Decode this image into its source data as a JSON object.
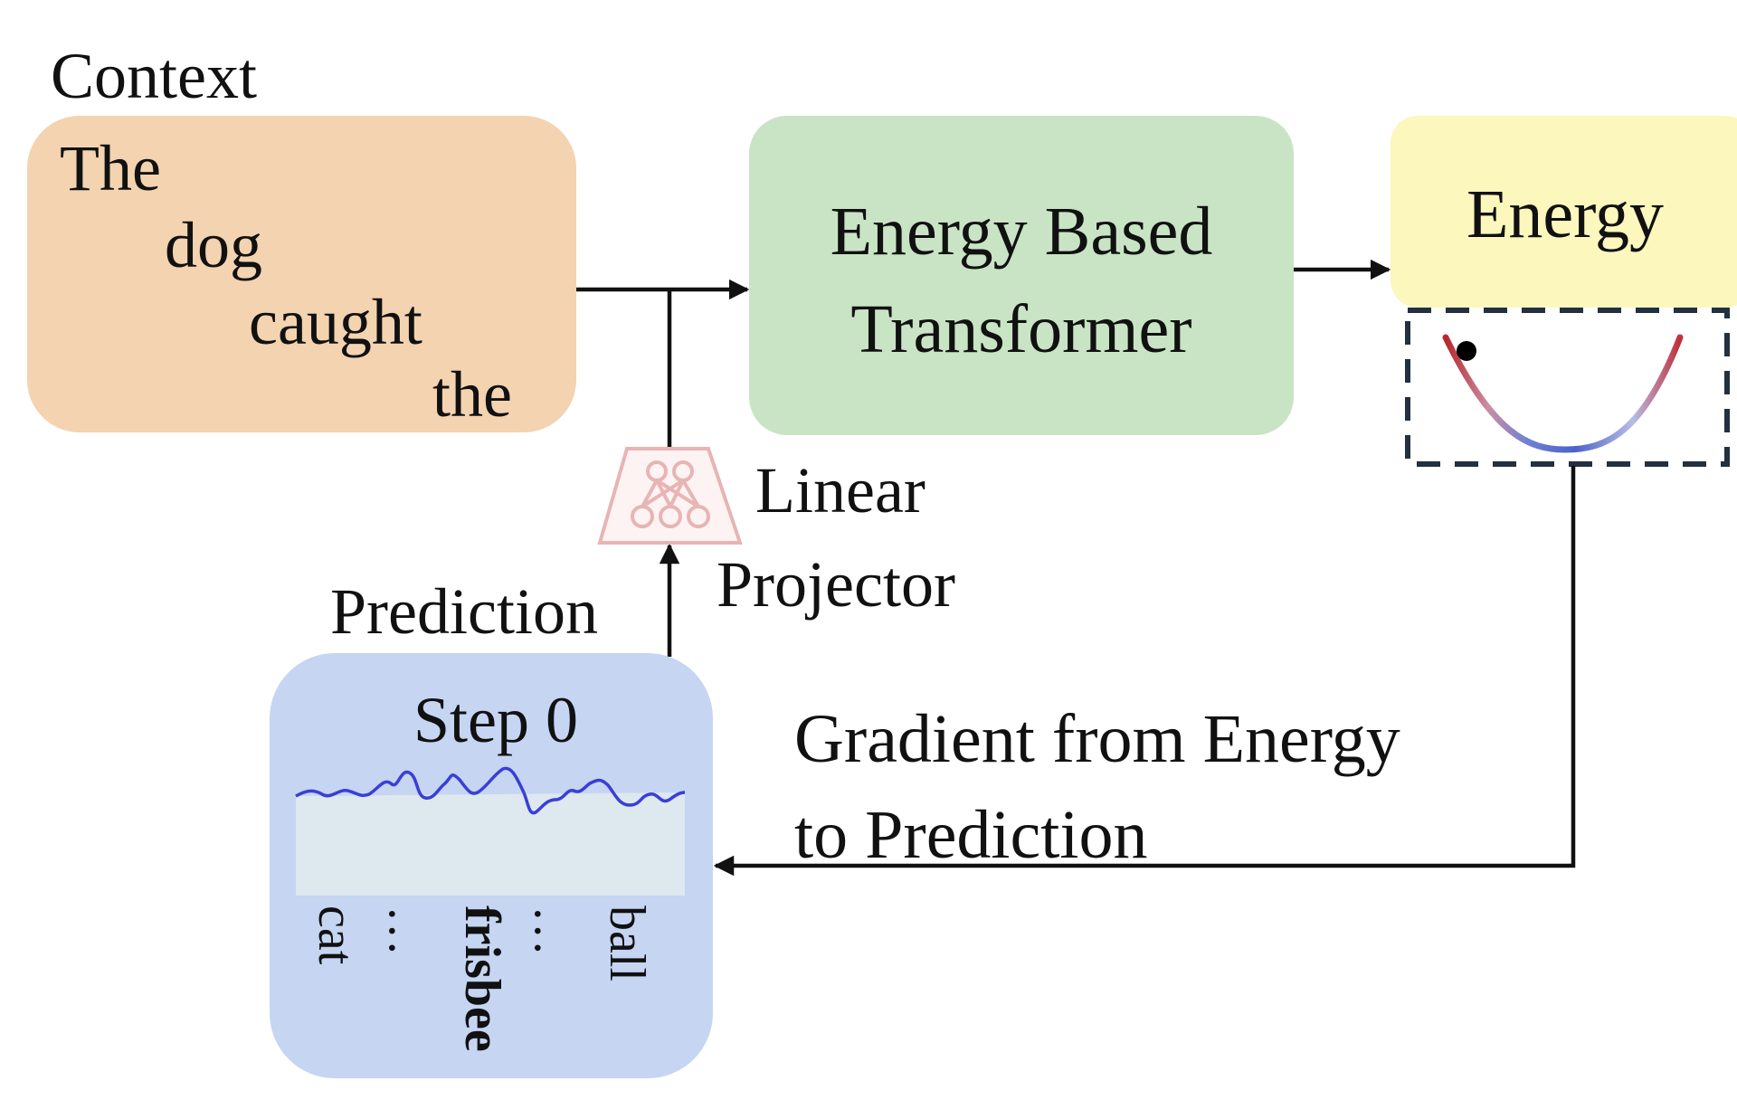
{
  "context": {
    "title": "Context",
    "words": [
      "The",
      "dog",
      "caught",
      "the"
    ],
    "color": "#f3d3b0"
  },
  "transformer": {
    "line1": "Energy Based",
    "line2": "Transformer",
    "color": "#c9e4c5"
  },
  "energy": {
    "label": "Energy",
    "color": "#fbf7bd"
  },
  "projector": {
    "line1": "Linear",
    "line2": "Projector",
    "icon": "neural-network-trapezoid-icon",
    "icon_color": "#e8b4b4"
  },
  "prediction": {
    "label": "Prediction",
    "step": "Step 0",
    "tokens": [
      "cat",
      "…",
      "frisbee",
      "…",
      "ball"
    ],
    "color": "#c5d5f2"
  },
  "gradient": {
    "line1": "Gradient from Energy",
    "line2": "to Prediction"
  }
}
